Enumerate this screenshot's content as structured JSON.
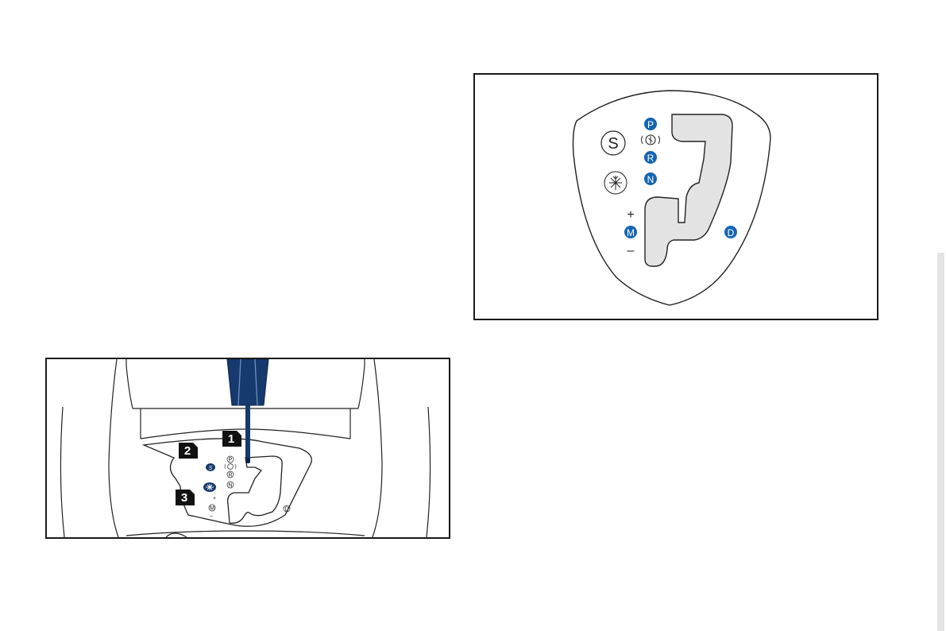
{
  "console_illustration": {
    "callouts": [
      {
        "label": "1"
      },
      {
        "label": "2"
      },
      {
        "label": "3"
      }
    ],
    "gate_marks": {
      "p": "P",
      "r": "R",
      "n": "N",
      "m": "M",
      "d": "D",
      "plus": "+",
      "minus": "–"
    },
    "icons": [
      "sport-mode-icon",
      "snow-mode-icon",
      "parking-lock-icon"
    ],
    "colors": {
      "lever_blue": "#163a6e",
      "badge_black": "#111111"
    }
  },
  "gate_diagram": {
    "sport_button": "S",
    "positions": {
      "p": "P",
      "r": "R",
      "n": "N",
      "m": "M",
      "d": "D"
    },
    "manual_plus": "+",
    "manual_minus": "–",
    "icons": [
      "snow-mode-icon",
      "parking-lock-icon"
    ],
    "colors": {
      "position_blue": "#1565b0",
      "gate_fill": "#e3e3e3"
    }
  }
}
